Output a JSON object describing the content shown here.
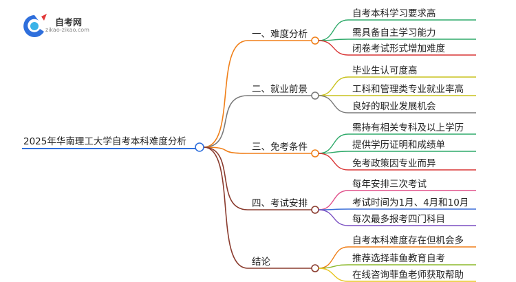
{
  "logo": {
    "name": "自考网",
    "url": "zikao-zikao.com"
  },
  "root": {
    "label": "2025年华南理工大学自考本科难度分析",
    "color": "#2f6fdc"
  },
  "branches": [
    {
      "label": "一、难度分析",
      "color": "#f07f18",
      "items": [
        "自考本科学习要求高",
        "需具备自主学习能力",
        "闭卷考试形式增加难度"
      ],
      "item_colors": [
        "#2faa6a",
        "#2faa6a",
        "#d93535"
      ]
    },
    {
      "label": "二、就业前景",
      "color": "#7a7a7a",
      "items": [
        "毕业生认可度高",
        "工科和管理类专业就业率高",
        "良好的职业发展机会"
      ],
      "item_colors": [
        "#c9c21e",
        "#c9c21e",
        "#7a7a7a"
      ]
    },
    {
      "label": "三、免考条件",
      "color": "#f07f18",
      "items": [
        "需持有相关专科及以上学历",
        "提供学历证明和成绩单",
        "免考政策因专业而异"
      ],
      "item_colors": [
        "#2faa6a",
        "#2faa6a",
        "#d93535"
      ]
    },
    {
      "label": "四、考试安排",
      "color": "#8a3b2e",
      "items": [
        "每年安排三次考试",
        "考试时间为1月、4月和10月",
        "每次最多报考四门科目"
      ],
      "item_colors": [
        "#e0508a",
        "#3b6fd8",
        "#7a4fc2"
      ]
    },
    {
      "label": "结论",
      "color": "#8a3b2e",
      "items": [
        "自考本科难度存在但机会多",
        "推荐选择菲鱼教育自考",
        "在线咨询菲鱼老师获取帮助"
      ],
      "item_colors": [
        "#f07f18",
        "#8bb82a",
        "#e8c520"
      ]
    }
  ]
}
